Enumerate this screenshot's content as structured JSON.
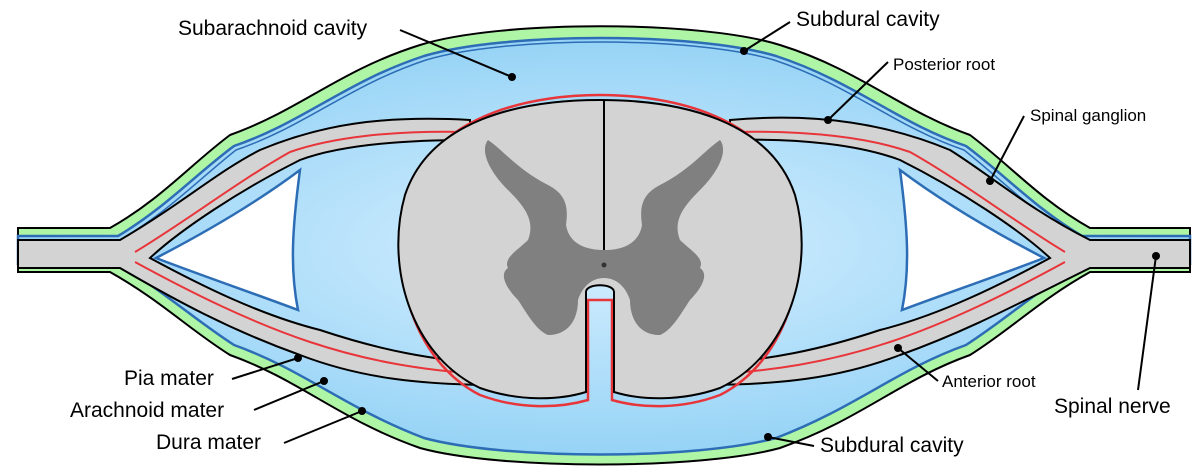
{
  "labels": {
    "subarachnoid_cavity": "Subarachnoid cavity",
    "subdural_cavity_top": "Subdural cavity",
    "posterior_root": "Posterior root",
    "spinal_ganglion": "Spinal ganglion",
    "pia_mater": "Pia mater",
    "arachnoid_mater": "Arachnoid mater",
    "dura_mater": "Dura mater",
    "anterior_root": "Anterior root",
    "spinal_nerve": "Spinal nerve",
    "subdural_cavity_bottom": "Subdural cavity"
  },
  "colors": {
    "dura_green": "#aef5a6",
    "csf_blue": "#9fd8f7",
    "csf_blue_light": "#d6efff",
    "arachnoid_blue": "#2d6db5",
    "pia_red": "#e8353a",
    "white_matter": "#d3d3d3",
    "grey_matter": "#808080",
    "outline": "#000000"
  }
}
